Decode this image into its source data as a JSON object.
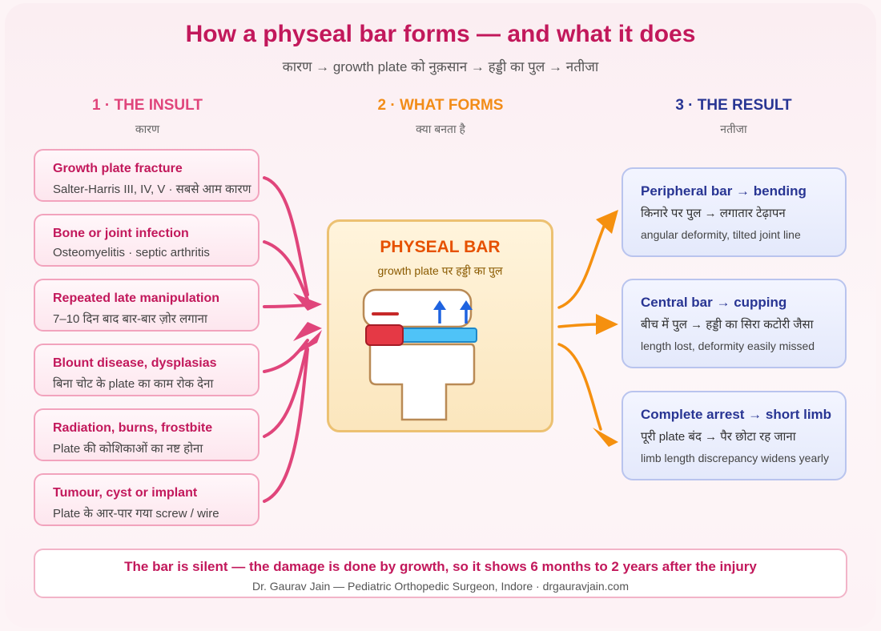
{
  "title": "How a physeal bar forms — and what it does",
  "subtitle": "कारण → growth plate को नुक़सान → हड्डी का पुल → नतीजा",
  "columns": [
    {
      "heading": "1 · THE INSULT",
      "sub": "कारण",
      "color": "#e0457b"
    },
    {
      "heading": "2 · WHAT FORMS",
      "sub": "क्या बनता है",
      "color": "#f28c18"
    },
    {
      "heading": "3 · THE RESULT",
      "sub": "नतीजा",
      "color": "#283593"
    }
  ],
  "insults": [
    {
      "title": "Growth plate fracture",
      "desc": "Salter-Harris III, IV, V · सबसे आम कारण"
    },
    {
      "title": "Bone or joint infection",
      "desc": "Osteomyelitis · septic arthritis"
    },
    {
      "title": "Repeated late manipulation",
      "desc": "7–10 दिन बाद बार-बार ज़ोर लगाना"
    },
    {
      "title": "Blount disease, dysplasias",
      "desc": "बिना चोट के plate का काम रोक देना"
    },
    {
      "title": "Radiation, burns, frostbite",
      "desc": "Plate की कोशिकाओं का नष्ट होना"
    },
    {
      "title": "Tumour, cyst or implant",
      "desc": "Plate के आर-पार गया screw / wire"
    }
  ],
  "center": {
    "title": "PHYSEAL BAR",
    "subtitle": "growth plate पर हड्डी का पुल"
  },
  "results": [
    {
      "title": "Peripheral bar → bending",
      "line1": "किनारे पर पुल → लगातार टेढ़ापन",
      "line2": "angular deformity, tilted joint line"
    },
    {
      "title": "Central bar → cupping",
      "line1": "बीच में पुल → हड्डी का सिरा कटोरी जैसा",
      "line2": "length lost, deformity easily missed"
    },
    {
      "title": "Complete arrest → short limb",
      "line1": "पूरी plate बंद → पैर छोटा रह जाना",
      "line2": "limb length discrepancy widens yearly"
    }
  ],
  "footer": {
    "line1": "The bar is silent — the damage is done by growth, so it shows 6 months to 2 years after the injury",
    "line2": "Dr. Gaurav Jain — Pediatric Orthopedic Surgeon, Indore · drgauravjain.com"
  },
  "colors": {
    "insult_arrow": "#e0457b",
    "result_arrow": "#f5900f",
    "bar_red": "#e53945",
    "plate_blue": "#4fc3f7",
    "growth_arrow": "#1e63e0"
  },
  "icons": [
    "growth-plate-illustration",
    "growth-arrow-icon"
  ]
}
